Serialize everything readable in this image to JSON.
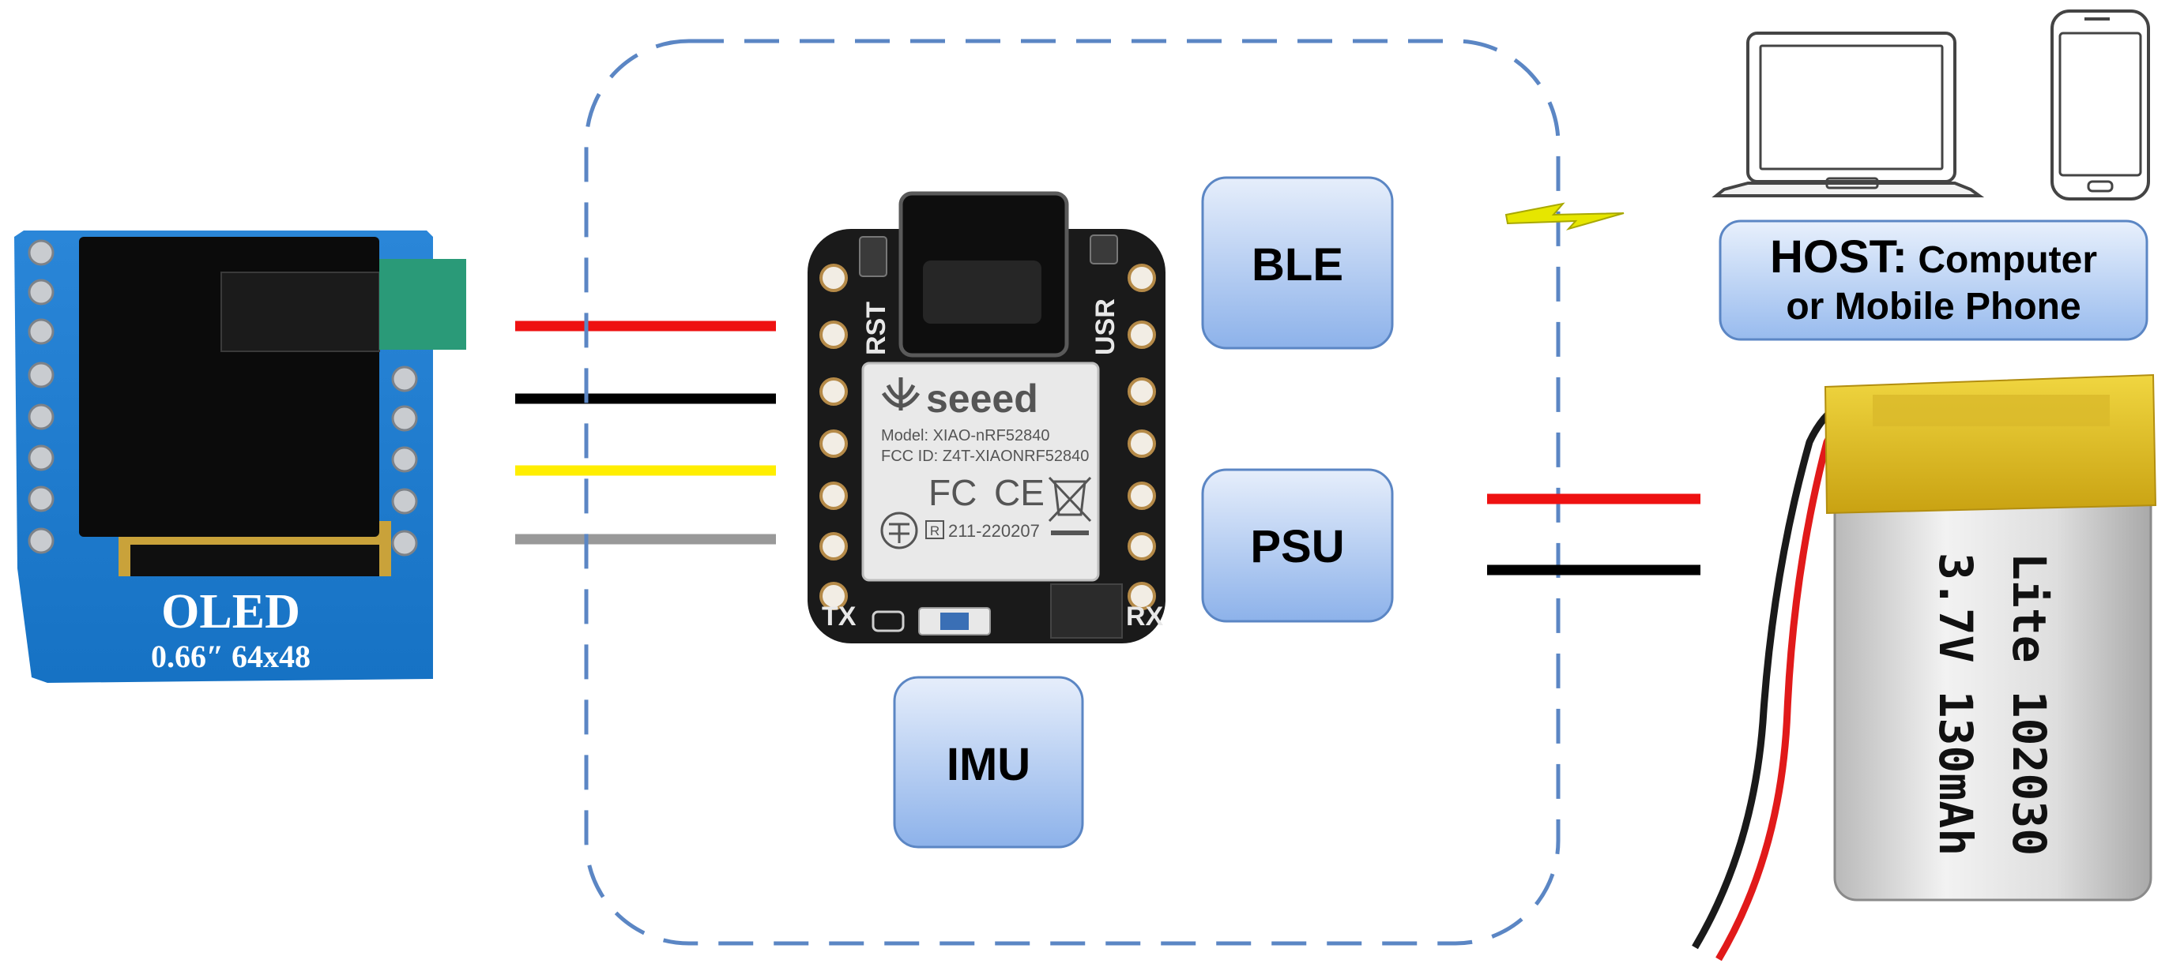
{
  "colors": {
    "box_gradient_top": "#dfeafa",
    "box_gradient_bottom": "#8fb4ea",
    "box_border": "#5b86c4",
    "dashed_outline": "#5b86c4",
    "wire_red": "#ee1111",
    "wire_black": "#000000",
    "wire_yellow": "#ffee00",
    "wire_gray": "#999999",
    "pcb_blue": "#1e82d6",
    "board_black": "#1a1a1a",
    "battery_yellow": "#e8c21a",
    "bolt_yellow": "#e6e600"
  },
  "oled": {
    "name": "OLED",
    "spec": "0.66″  64x48"
  },
  "xiao": {
    "brand": "seeed",
    "model": "Model: XIAO-nRF52840",
    "fcc": "FCC ID: Z4T-XIAONRF52840",
    "fc_mark": "FC",
    "ce_mark": "CE",
    "cert": "211-220207",
    "pin_rst": "RST",
    "pin_usr": "USR",
    "pin_tx": "TX",
    "pin_rx": "RX"
  },
  "blocks": {
    "ble": "BLE",
    "psu": "PSU",
    "imu": "IMU"
  },
  "host": {
    "prefix": "HOST:",
    "line1_rest": " Computer",
    "line2": "or Mobile Phone",
    "laptop_icon": "laptop-icon",
    "phone_icon": "smartphone-icon"
  },
  "battery": {
    "line1": "Lite 102030",
    "line2": "3.7V 130mAh"
  },
  "wireless_icon": "lightning-bolt-icon"
}
